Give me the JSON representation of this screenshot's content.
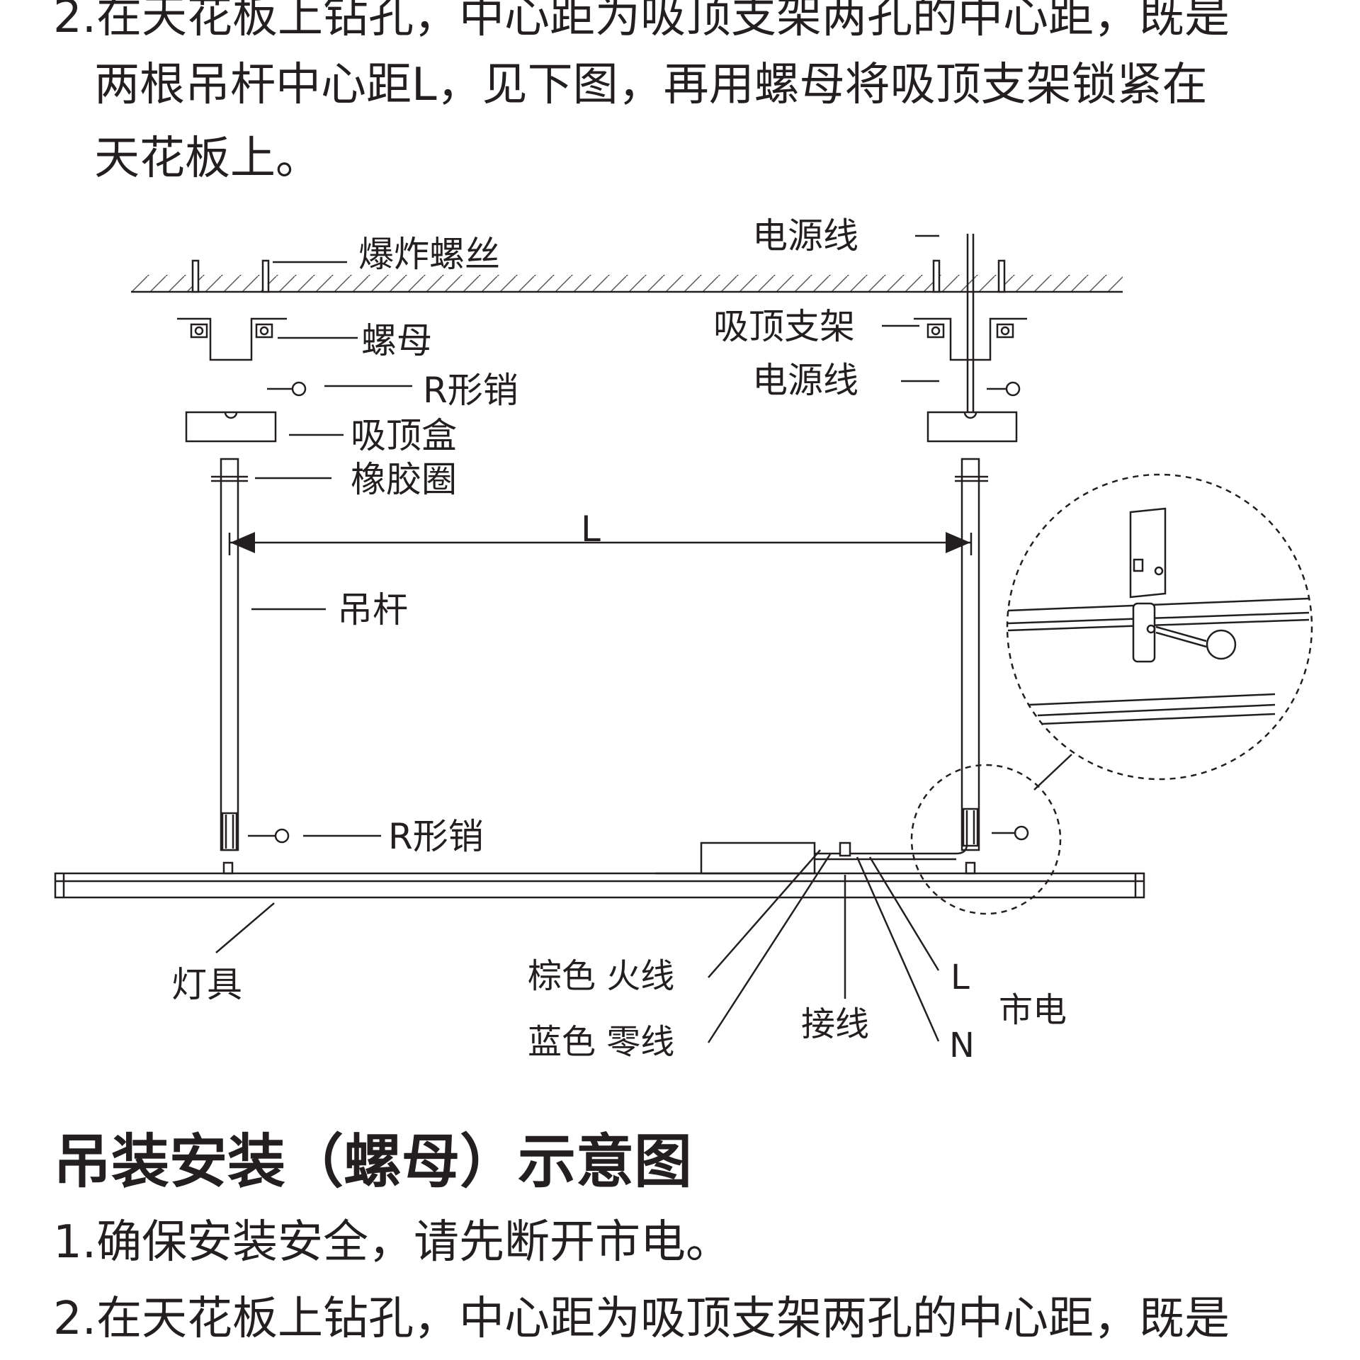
{
  "top_text": {
    "line1": "2.在天花板上钻孔，中心距为吸顶支架两孔的中心距，既是",
    "line2": "两根吊杆中心距L，见下图，再用螺母将吸顶支架锁紧在",
    "line3": "天花板上。"
  },
  "diagram": {
    "labels": {
      "expansion_screw": "爆炸螺丝",
      "nut": "螺母",
      "r_pin_top": "R形销",
      "ceiling_box": "吸顶盒",
      "rubber_ring": "橡胶圈",
      "rod": "吊杆",
      "r_pin_bottom": "R形销",
      "fixture": "灯具",
      "power_cord_top": "电源线",
      "bracket": "吸顶支架",
      "power_cord_mid": "电源线",
      "distance": "L",
      "brown_live": "棕色 火线",
      "blue_neutral": "蓝色 零线",
      "wiring": "接线",
      "live_L": "L",
      "neutral_N": "N",
      "mains": "市电"
    }
  },
  "section": {
    "title": "吊装安装（螺母）示意图",
    "step1": "1.确保安装安全，请先断开市电。",
    "step2": "2.在天花板上钻孔，中心距为吸顶支架两孔的中心距，既是"
  }
}
